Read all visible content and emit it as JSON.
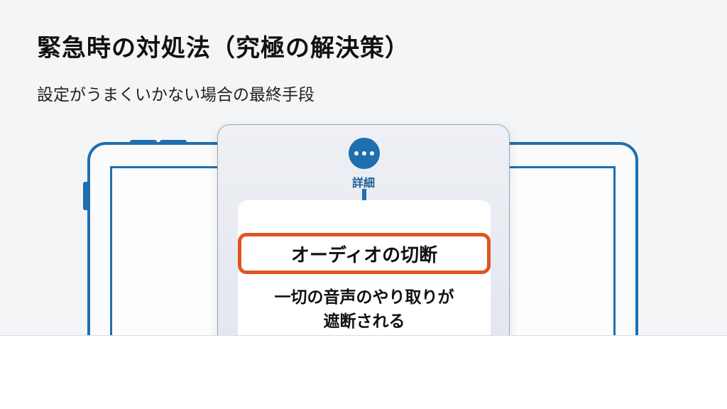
{
  "slide": {
    "title": "緊急時の対処法（究極の解決策）",
    "subtitle": "設定がうまくいかない場合の最終手段"
  },
  "popup": {
    "more_label": "詳細",
    "menu_item_label": "オーディオの切断",
    "description_line1": "一切の音声のやり取りが",
    "description_line2": "遮断される"
  },
  "colors": {
    "accent_blue": "#1f6fb0",
    "highlight_orange": "#e0551f"
  },
  "icons": {
    "more": "more-horizontal-icon",
    "arrow": "arrow-down-icon"
  }
}
